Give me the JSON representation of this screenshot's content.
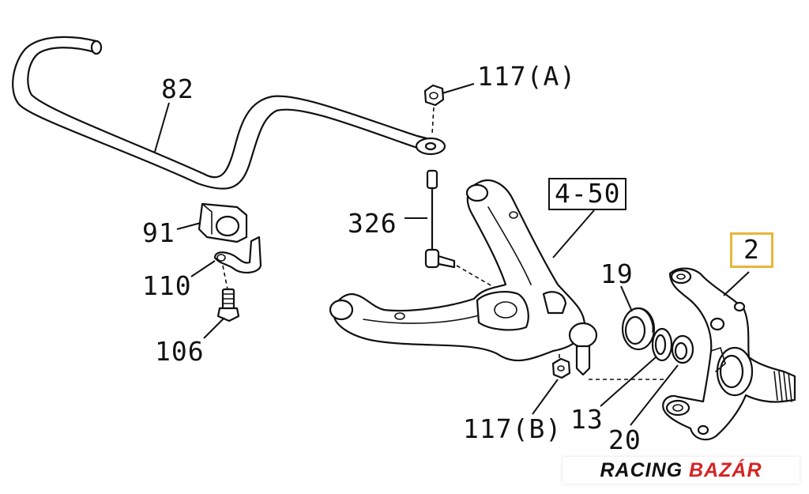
{
  "parts": {
    "p82": "82",
    "p117a": "117(A)",
    "p450": "4-50",
    "p326": "326",
    "p91": "91",
    "p110": "110",
    "p106": "106",
    "p19": "19",
    "p2": "2",
    "p117b": "117(B)",
    "p13": "13",
    "p20": "20"
  },
  "watermark": {
    "word1": "RACING",
    "word2": "BAZÁR"
  },
  "colors": {
    "highlight": "#e9b53a",
    "brand_black": "#111111",
    "brand_red": "#d42323"
  }
}
